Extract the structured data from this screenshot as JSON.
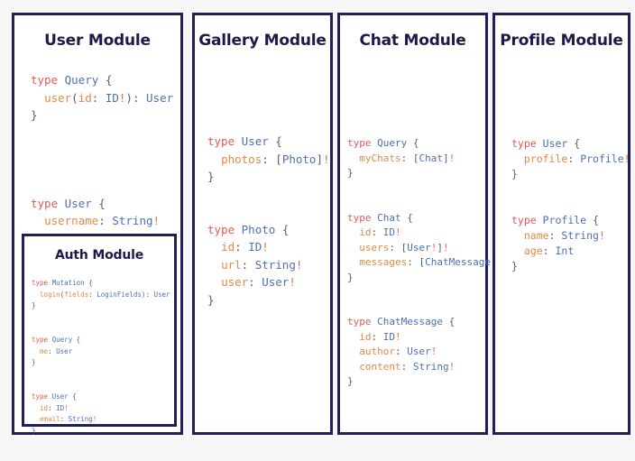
{
  "theme": {
    "background": "#f7f7f7",
    "panel_background": "#ffffff",
    "panel_border": "#211f55",
    "title_color": "#1b1a4b",
    "code_keyword": "#e05b57",
    "code_typename": "#4f6fb5",
    "code_field": "#e08a45",
    "code_punct": "#5b5f66",
    "code_bang": "#e0704d"
  },
  "panels": [
    {
      "id": "user",
      "title": "User Module",
      "code_lines": [
        "type Query {",
        "  user(id: ID!): User",
        "}",
        "",
        "",
        "type User {",
        "  username: String!",
        "}"
      ],
      "nested": {
        "id": "auth",
        "title": "Auth Module",
        "code_lines": [
          "type Mutation {",
          "  login(fields: LoginFields): User",
          "}",
          "",
          "type Query {",
          "  me: User",
          "}",
          "",
          "type User {",
          "  id: ID!",
          "  email: String!",
          "}"
        ]
      }
    },
    {
      "id": "gallery",
      "title": "Gallery Module",
      "code_lines": [
        "type User {",
        "  photos: [Photo]!",
        "}",
        "",
        "type Photo {",
        "  id: ID!",
        "  url: String!",
        "  user: User!",
        "}"
      ]
    },
    {
      "id": "chat",
      "title": "Chat Module",
      "code_lines": [
        "type Query {",
        "  myChats: [Chat]!",
        "}",
        "",
        "type Chat {",
        "  id: ID!",
        "  users: [User!]!",
        "  messages: [ChatMessage]!",
        "}",
        "",
        "type ChatMessage {",
        "  id: ID!",
        "  author: User!",
        "  content: String!",
        "}"
      ]
    },
    {
      "id": "profile",
      "title": "Profile Module",
      "code_lines": [
        "type User {",
        "  profile: Profile!",
        "}",
        "",
        "type Profile {",
        "  name: String!",
        "  age: Int",
        "}"
      ]
    }
  ]
}
